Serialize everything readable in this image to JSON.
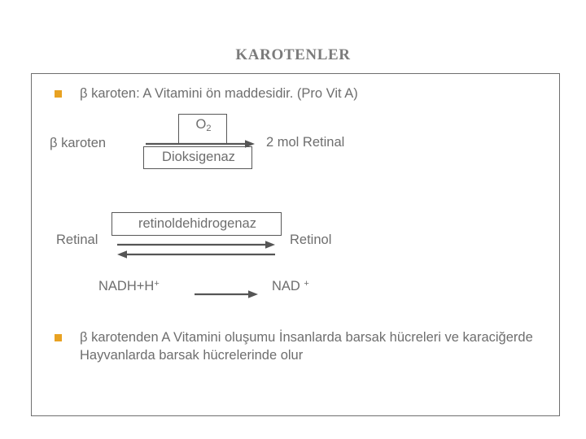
{
  "slide": {
    "title": "KAROTENLER",
    "title_color": "#7b7b7b",
    "body_text_color": "#6e6e6e",
    "bullet_marker_color": "#e8a222",
    "frame_border_color": "#6f6f6f",
    "background": "#ffffff"
  },
  "bullets": [
    {
      "marker": "square-bullet",
      "text": "β karoten: A Vitamini ön maddesidir. (Pro Vit A)"
    },
    {
      "marker": "square-bullet",
      "text": "β karotenden A Vitamini oluşumu İnsanlarda barsak hücreleri ve karaciğerde Hayvanlarda barsak hücrelerinde olur"
    }
  ],
  "reaction_1": {
    "substrate": "β  karoten",
    "product": "2 mol Retinal",
    "cofactor_above": "O",
    "cofactor_above_sub": "2",
    "enzyme_below": "Dioksigenaz",
    "arrow": "arrow-right"
  },
  "reaction_2": {
    "substrate": "Retinal",
    "product": "Retinol",
    "enzyme_above": "retinoldehidrogenaz",
    "arrow_forward": "arrow-right",
    "arrow_reverse": "arrow-left"
  },
  "cofactor_reaction": {
    "substrate": "NADH+H",
    "substrate_sup": "+",
    "product": "NAD ",
    "product_sup": "+",
    "arrow": "arrow-right"
  }
}
